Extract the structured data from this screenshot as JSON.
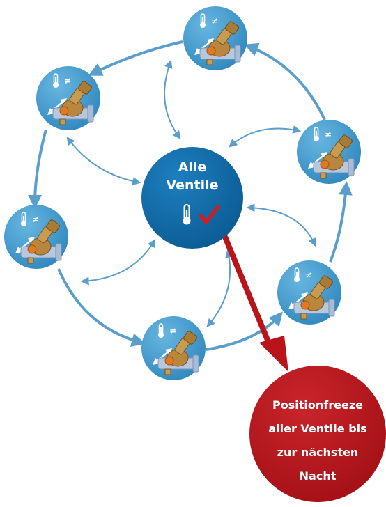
{
  "center_node": {
    "lines": [
      "Alle",
      "Ventile"
    ],
    "icon": "thermometer-icon",
    "mark": "checkmark-icon"
  },
  "valve_nodes": [
    {
      "icons": [
        "thermometer-icon",
        "not-equal-icon",
        "double-arrow-icon",
        "valve-icon"
      ],
      "symbol": "≠"
    },
    {
      "icons": [
        "thermometer-icon",
        "not-equal-icon",
        "double-arrow-icon",
        "valve-icon"
      ],
      "symbol": "≠"
    },
    {
      "icons": [
        "thermometer-icon",
        "not-equal-icon",
        "double-arrow-icon",
        "valve-icon"
      ],
      "symbol": "≠"
    },
    {
      "icons": [
        "thermometer-icon",
        "not-equal-icon",
        "double-arrow-icon",
        "valve-icon"
      ],
      "symbol": "≠"
    },
    {
      "icons": [
        "thermometer-icon",
        "not-equal-icon",
        "double-arrow-icon",
        "valve-icon"
      ],
      "symbol": "≠"
    },
    {
      "icons": [
        "thermometer-icon",
        "not-equal-icon",
        "double-arrow-icon",
        "valve-icon"
      ],
      "symbol": "≠"
    }
  ],
  "result_node": {
    "lines": [
      "Positionfreeze",
      "aller Ventile bis",
      "zur nächsten",
      "Nacht"
    ]
  },
  "colors": {
    "center_blue": "#0f6aa6",
    "node_blue": "#3d9acc",
    "arrow_blue": "#5a9fcb",
    "result_red": "#b8141a",
    "check_red": "#c81820"
  }
}
